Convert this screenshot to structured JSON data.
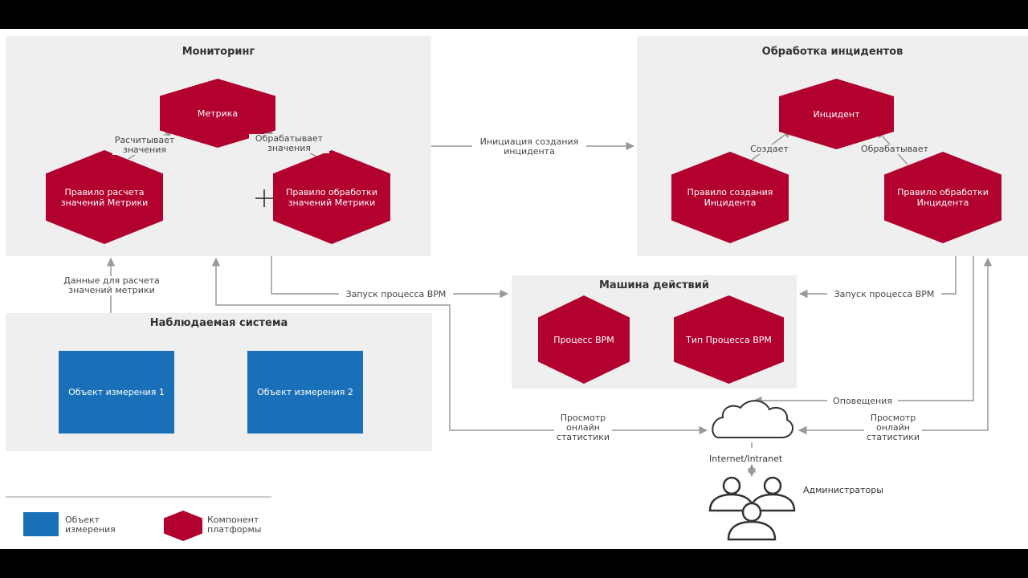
{
  "monitoring": {
    "title": "Мониторинг",
    "metric": "Метрика",
    "calc_rule": "Правило расчета значений Метрики",
    "proc_rule": "Правило обработки значений Метрики",
    "calc_label": "Расчитывает значения",
    "proc_label": "Обрабатывает значения"
  },
  "incidents": {
    "title": "Обработка инцидентов",
    "incident": "Инцидент",
    "create_rule": "Правило создания Инцидента",
    "proc_rule": "Правило обработки Инцидента",
    "creates_label": "Создает",
    "processes_label": "Обрабатывает"
  },
  "actions": {
    "title": "Машина действий",
    "bpm_process": "Процесс BPM",
    "bpm_type": "Тип Процесса BPM"
  },
  "observed": {
    "title": "Наблюдаемая система",
    "object1": "Объект измерения 1",
    "object2": "Объект измерения 2"
  },
  "connections": {
    "init_incident": "Инициация создания инцидента",
    "metric_data": "Данные для расчета значений метрики",
    "bpm_launch_left": "Запуск процесса BPM",
    "bpm_launch_right": "Запуск процесса BPM",
    "notifications": "Оповещения",
    "stats_left": "Просмотр онлайн статистики",
    "stats_right": "Просмотр онлайн статистики",
    "network": "Internet/Intranet",
    "admins": "Администраторы"
  },
  "legend": {
    "object": "Объект измерения",
    "component": "Компонент платформы"
  },
  "colors": {
    "component": "#b2002f",
    "object": "#1a70b8",
    "panel": "#efefef",
    "arrow": "#999999"
  }
}
